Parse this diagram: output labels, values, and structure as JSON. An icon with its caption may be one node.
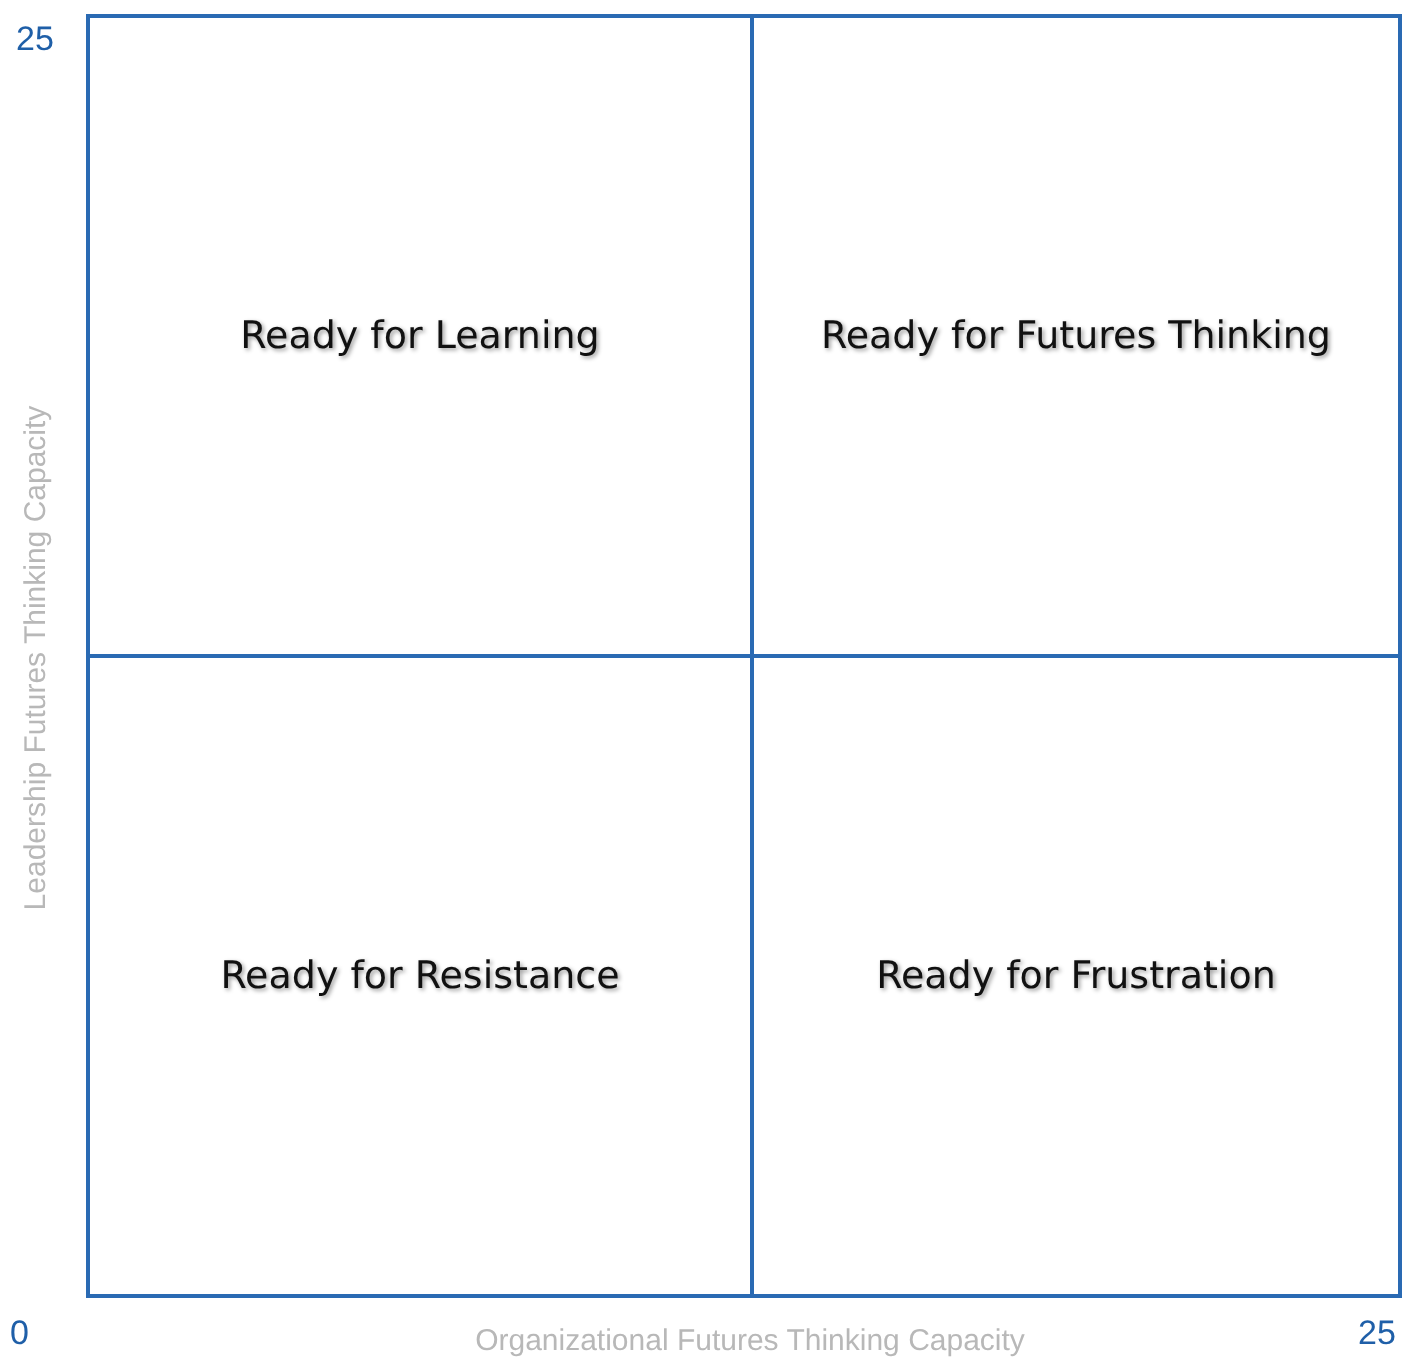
{
  "diagram": {
    "nodes": [
      {
        "text": [
          "Ready for Learning"
        ]
      },
      {
        "text": [
          "Ready for Futures Thinking"
        ]
      },
      {
        "text": [
          "Ready for Resistance"
        ]
      },
      {
        "text": [
          "Ready for Frustration"
        ]
      }
    ],
    "labels": [
      "25",
      "Leadership Futures Thinking Capacity",
      "0",
      "Organizational Futures Thinking Capacity",
      "25"
    ]
  }
}
